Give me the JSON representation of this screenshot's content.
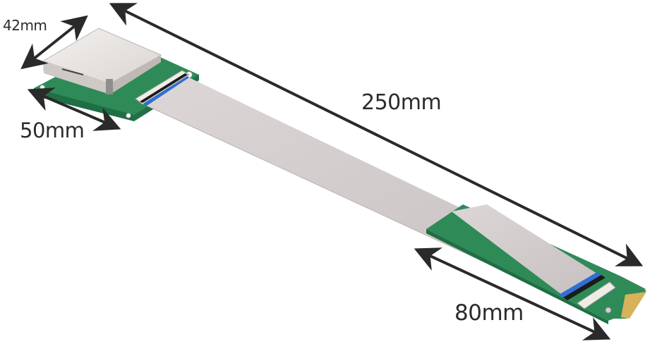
{
  "product": {
    "description": "SD card slot adapter board connected by flat ribbon cable to M.2 key board",
    "colors": {
      "background": "#ffffff",
      "pcb_green": "#2e8b57",
      "pcb_dark": "#1f6e44",
      "ribbon": "#cfc9c9",
      "ribbon_edge": "#b9b2b2",
      "connector_blue": "#2f6fd6",
      "card_slot_metal": "#e9e5e2",
      "gold_contacts": "#d8b25a",
      "arrow": "#2a2a2a"
    }
  },
  "dimensions": {
    "width_card": "42mm",
    "length_card_board": "50mm",
    "cable_total": "250mm",
    "m2_board": "80mm"
  }
}
